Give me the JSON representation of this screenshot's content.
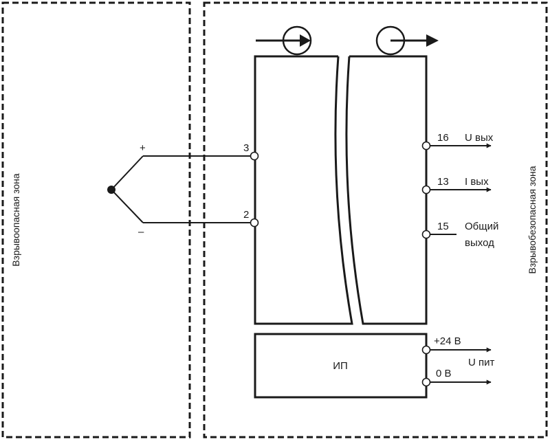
{
  "zones": {
    "hazardous": "Взрывоопасная зона",
    "safe": "Взрывобезопасная зона"
  },
  "sensor": {
    "plus": "+",
    "minus": "–"
  },
  "input_terminals": [
    {
      "num": "3"
    },
    {
      "num": "2"
    }
  ],
  "output_terminals": [
    {
      "num": "16",
      "label": "U вых"
    },
    {
      "num": "13",
      "label": "I вых"
    },
    {
      "num": "15",
      "label": "Общий",
      "label2": "выход"
    }
  ],
  "power_supply": {
    "label": "ИП",
    "plus": "+24 В",
    "zero": "0 В",
    "upit": "U пит"
  }
}
